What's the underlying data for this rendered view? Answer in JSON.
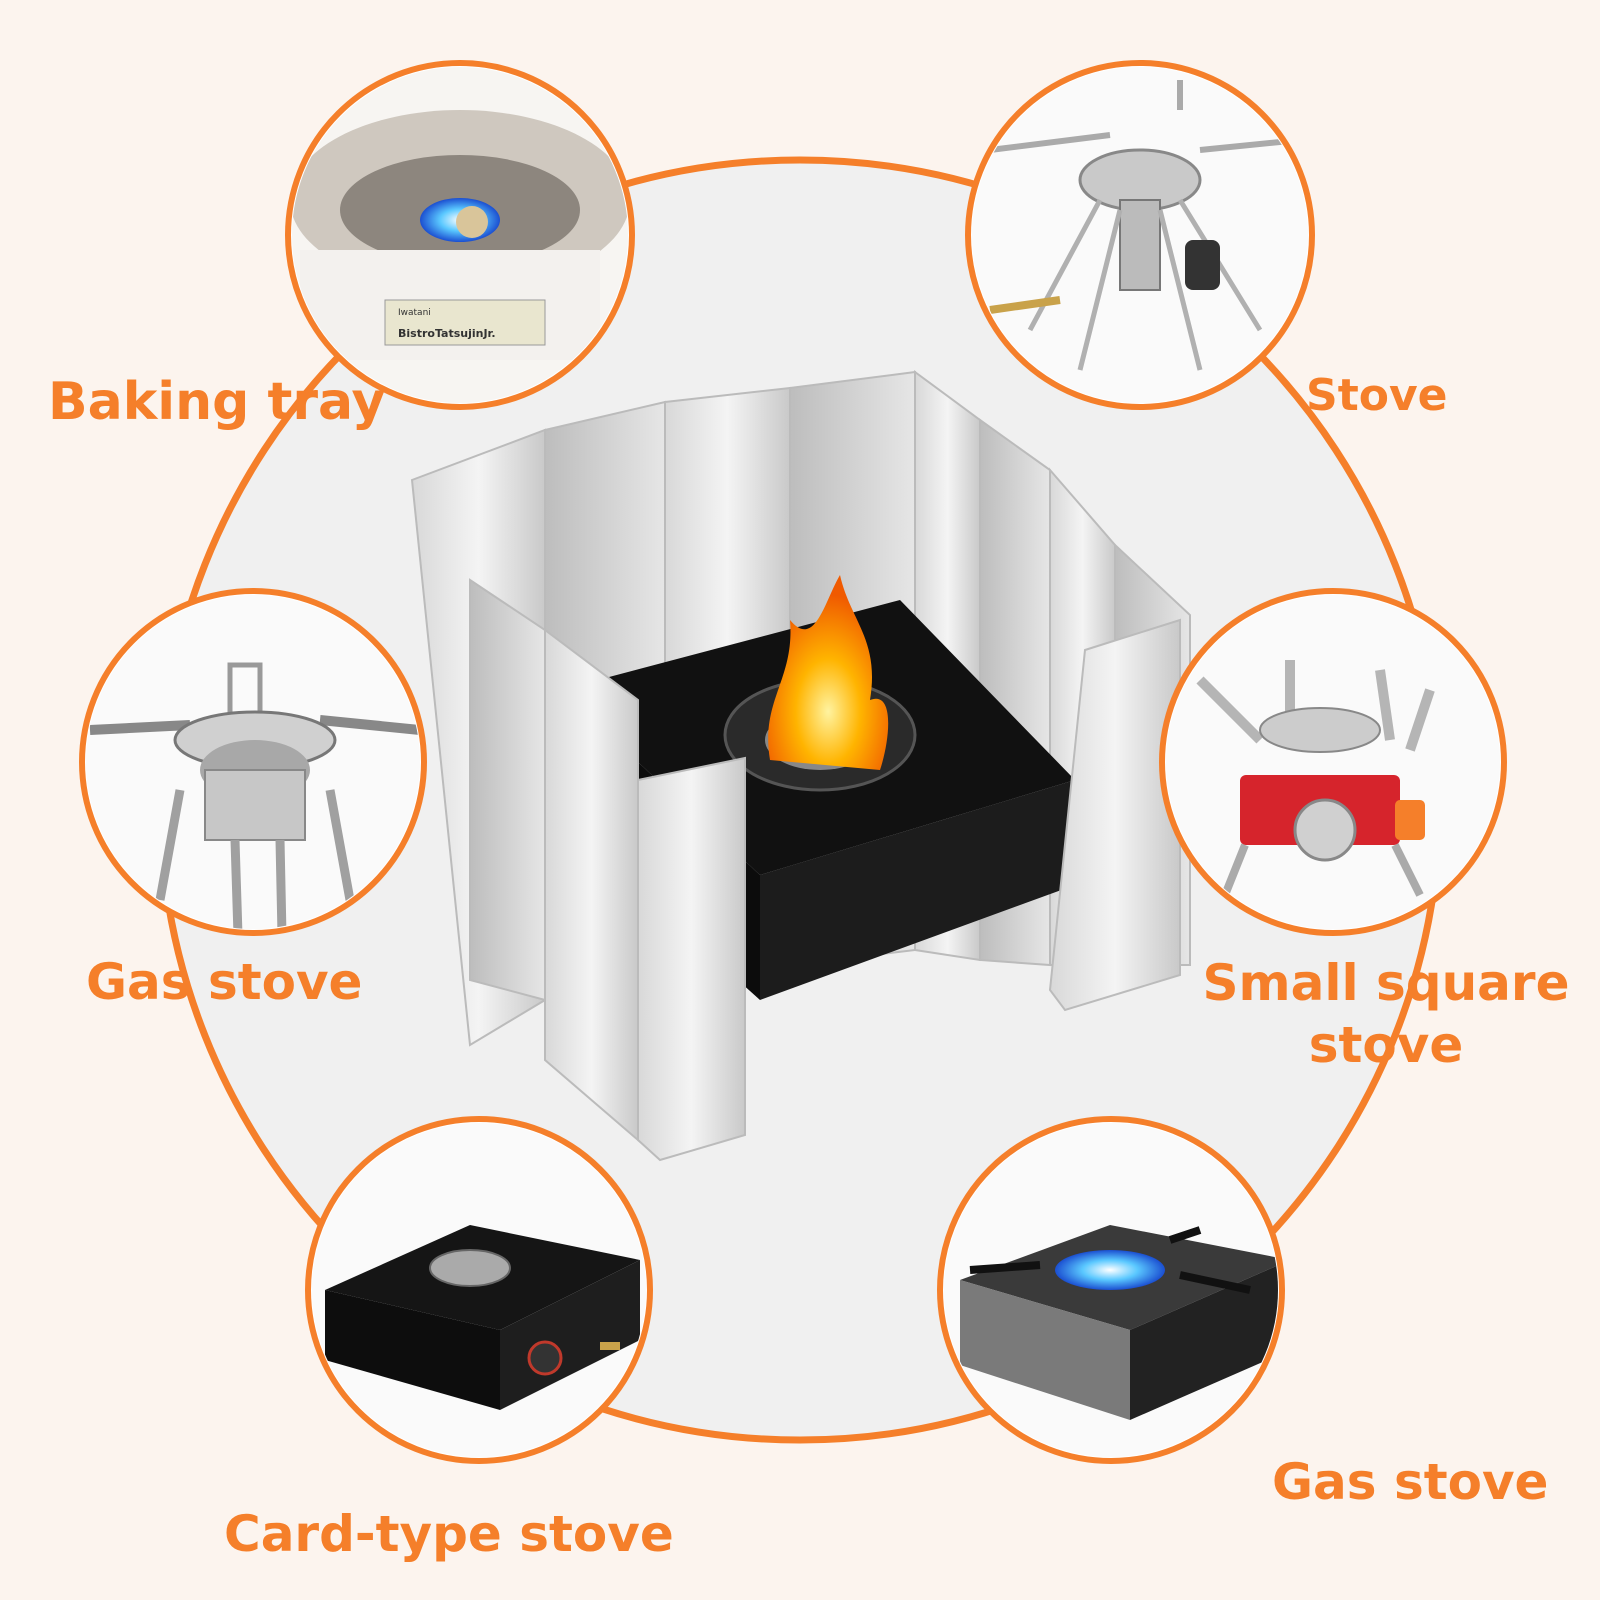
{
  "labels": {
    "baking_tray": "Baking tray",
    "stove": "Stove",
    "gas_stove_left": "Gas stove",
    "small_square_stove": "Small square stove",
    "card_type_stove": "Card-type stove",
    "gas_stove_right": "Gas stove"
  },
  "product_text": {
    "brand": "Iwatani",
    "model": "BistroTatsujinJr."
  },
  "colors": {
    "accent": "#f57f2a",
    "background": "#fcf4ee",
    "circle_fill": "#f0f0f0"
  }
}
